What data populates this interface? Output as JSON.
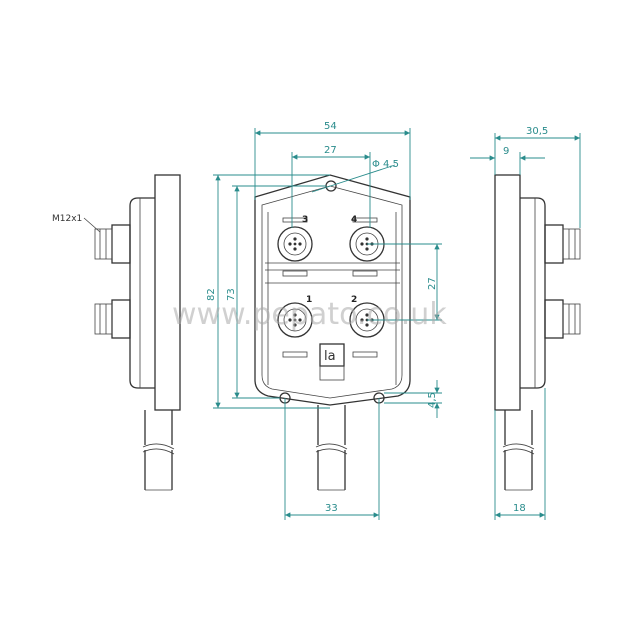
{
  "dimensions": {
    "width_54": "54",
    "width_27": "27",
    "hole_dia": "Φ 4,5",
    "height_82": "82",
    "height_73": "73",
    "pitch_27": "27",
    "edge_4_5": "4,5",
    "bottom_33": "33",
    "side_30_5": "30,5",
    "side_9": "9",
    "side_18": "18"
  },
  "labels": {
    "thread": "M12x1",
    "port_3": "3",
    "port_4": "4",
    "port_1": "1",
    "port_2": "2",
    "logo": "la"
  },
  "watermark": "www.pepato.co.uk",
  "colors": {
    "dimension": "#2a8c8c",
    "outline": "#333333"
  }
}
